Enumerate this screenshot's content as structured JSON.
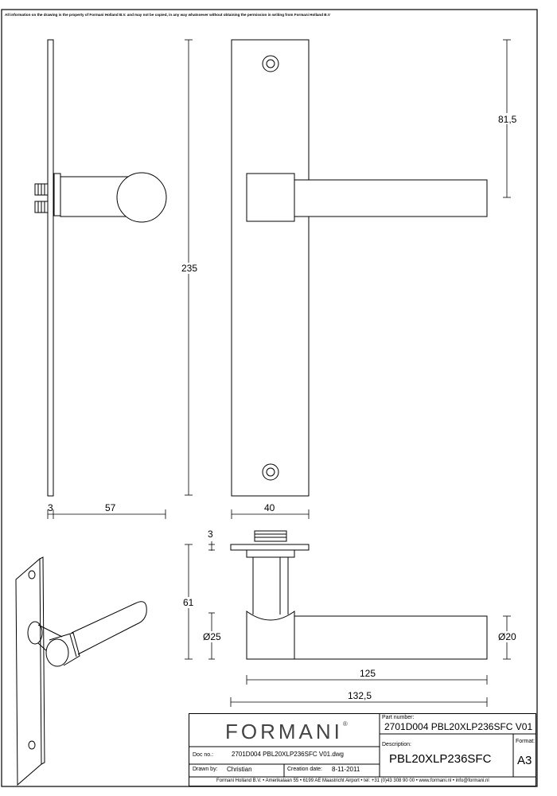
{
  "notice": "All information on the drawing is the property of Formani Holland B.V. and may not be copied, in any way whatsoever without obtaining the permission in writing from Formani Holland B.V",
  "dimensions": {
    "total_height": "235",
    "top_to_lever": "81,5",
    "plate_thickness": "3",
    "projection": "57",
    "plate_width": "40",
    "spindle_stub": "3",
    "section_depth": "61",
    "rose_diameter": "Ø25",
    "lever_diameter": "Ø20",
    "lever_length": "125",
    "overall_length": "132,5"
  },
  "title_block": {
    "logo": "FORMANI",
    "logo_mark": "®",
    "part_number_label": "Part number:",
    "part_number": "2701D004 PBL20XLP236SFC V01",
    "description_label": "Description:",
    "description": "PBL20XLP236SFC",
    "format_label": "Format:",
    "format": "A3",
    "doc_no_label": "Doc no.:",
    "doc_no": "2701D004 PBL20XLP236SFC V01.dwg",
    "drawn_by_label": "Drawn by:",
    "drawn_by": "Christian",
    "creation_date_label": "Creation date:",
    "creation_date": "8-11-2011",
    "footer": "Formani Holland B.V.  •  Amerikalaan 55  • 6199 AE Maastricht Airport • tel: +31 (0)43 308 90 00 • www.formani.nl • info@formani.nl"
  }
}
